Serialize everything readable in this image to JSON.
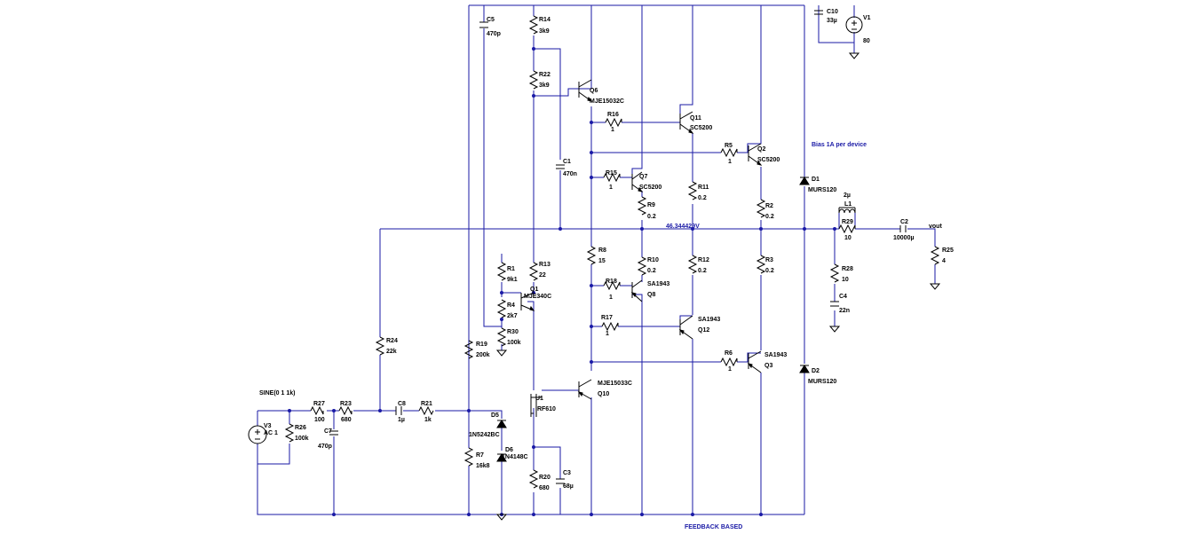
{
  "notes": {
    "bias": "Bias 1A per device",
    "feedback": "FEEDBACK BASED",
    "node_voltage": "46.344429V",
    "source_spec": "SINE(0 1 1k)",
    "vout": "vout"
  },
  "components": {
    "C5": {
      "name": "C5",
      "value": "470p"
    },
    "R14": {
      "name": "R14",
      "value": "3k9"
    },
    "R22": {
      "name": "R22",
      "value": "3k9"
    },
    "Q6": {
      "name": "Q6",
      "value": "MJE15032C"
    },
    "R16": {
      "name": "R16",
      "value": "1"
    },
    "Q11": {
      "name": "Q11",
      "value": "SC5200"
    },
    "R5": {
      "name": "R5",
      "value": "1"
    },
    "Q2": {
      "name": "Q2",
      "value": "SC5200"
    },
    "C10": {
      "name": "C10",
      "value": "33µ"
    },
    "V1": {
      "name": "V1",
      "value": "80"
    },
    "C1": {
      "name": "C1",
      "value": "470n"
    },
    "R15": {
      "name": "R15",
      "value": "1"
    },
    "Q7": {
      "name": "Q7",
      "value": "SC5200"
    },
    "R9": {
      "name": "R9",
      "value": "0.2"
    },
    "R11": {
      "name": "R11",
      "value": "0.2"
    },
    "R2": {
      "name": "R2",
      "value": "0.2"
    },
    "D1": {
      "name": "D1",
      "value": "MURS120"
    },
    "L1": {
      "name": "L1",
      "value": "2µ"
    },
    "R29": {
      "name": "R29",
      "value": "10"
    },
    "C2": {
      "name": "C2",
      "value": "10000µ"
    },
    "R25": {
      "name": "R25",
      "value": "4"
    },
    "R8": {
      "name": "R8",
      "value": "15"
    },
    "R10": {
      "name": "R10",
      "value": "0.2"
    },
    "R12": {
      "name": "R12",
      "value": "0.2"
    },
    "R3": {
      "name": "R3",
      "value": "0.2"
    },
    "R28": {
      "name": "R28",
      "value": "10"
    },
    "C4": {
      "name": "C4",
      "value": "22n"
    },
    "R1": {
      "name": "R1",
      "value": "9k1"
    },
    "R13": {
      "name": "R13",
      "value": "22"
    },
    "Q1": {
      "name": "Q1",
      "value": "MJE340C"
    },
    "R18": {
      "name": "R18",
      "value": "1"
    },
    "Q8": {
      "name": "Q8",
      "value": "SA1943"
    },
    "R4": {
      "name": "R4",
      "value": "2k7"
    },
    "R17": {
      "name": "R17",
      "value": "1"
    },
    "Q12": {
      "name": "Q12",
      "value": "SA1943"
    },
    "R30": {
      "name": "R30",
      "value": "100k"
    },
    "R24": {
      "name": "R24",
      "value": "22k"
    },
    "R19": {
      "name": "R19",
      "value": "200k"
    },
    "R6": {
      "name": "R6",
      "value": "1"
    },
    "Q3": {
      "name": "Q3",
      "value": "SA1943"
    },
    "D2": {
      "name": "D2",
      "value": "MURS120"
    },
    "Q10": {
      "name": "Q10",
      "value": "MJE15033C"
    },
    "U1": {
      "name": "U1",
      "value": "IRF610"
    },
    "V3": {
      "name": "V3",
      "value": "AC 1"
    },
    "R27": {
      "name": "R27",
      "value": "100"
    },
    "R23": {
      "name": "R23",
      "value": "680"
    },
    "C8": {
      "name": "C8",
      "value": "1µ"
    },
    "R21": {
      "name": "R21",
      "value": "1k"
    },
    "D5": {
      "name": "D5",
      "value": "1N5242BC"
    },
    "R26": {
      "name": "R26",
      "value": "100k"
    },
    "C7": {
      "name": "C7",
      "value": "470p"
    },
    "D6": {
      "name": "D6",
      "value": "1N4148C"
    },
    "R7": {
      "name": "R7",
      "value": "16k8"
    },
    "R20": {
      "name": "R20",
      "value": "680"
    },
    "C3": {
      "name": "C3",
      "value": "68µ"
    }
  }
}
